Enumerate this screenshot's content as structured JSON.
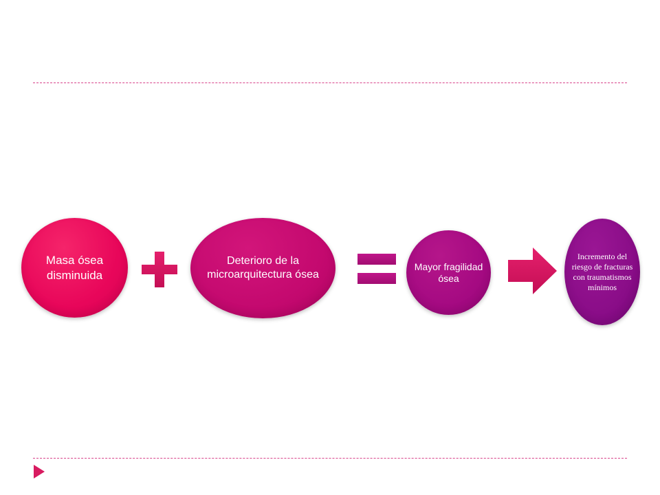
{
  "colors": {
    "rule": "#d8428a",
    "marker": "#d81b60",
    "node_1": "#e8065a",
    "node_2": "#c4096f",
    "node_3": "#a50a82",
    "node_4": "#8a0d88",
    "plus": "#d1165f",
    "equals": "#b0137c",
    "arrow": "#d1165f"
  },
  "nodes": [
    {
      "label": "Masa ósea disminuida"
    },
    {
      "label": "Deterioro de la microarquitectura ósea"
    },
    {
      "label": "Mayor fragilidad ósea"
    },
    {
      "label": "Incremento del riesgo de fracturas con traumatismos mínimos"
    }
  ],
  "operators": {
    "plus": "plus-icon",
    "equals": "equals-icon",
    "arrow": "arrow-right-icon"
  }
}
